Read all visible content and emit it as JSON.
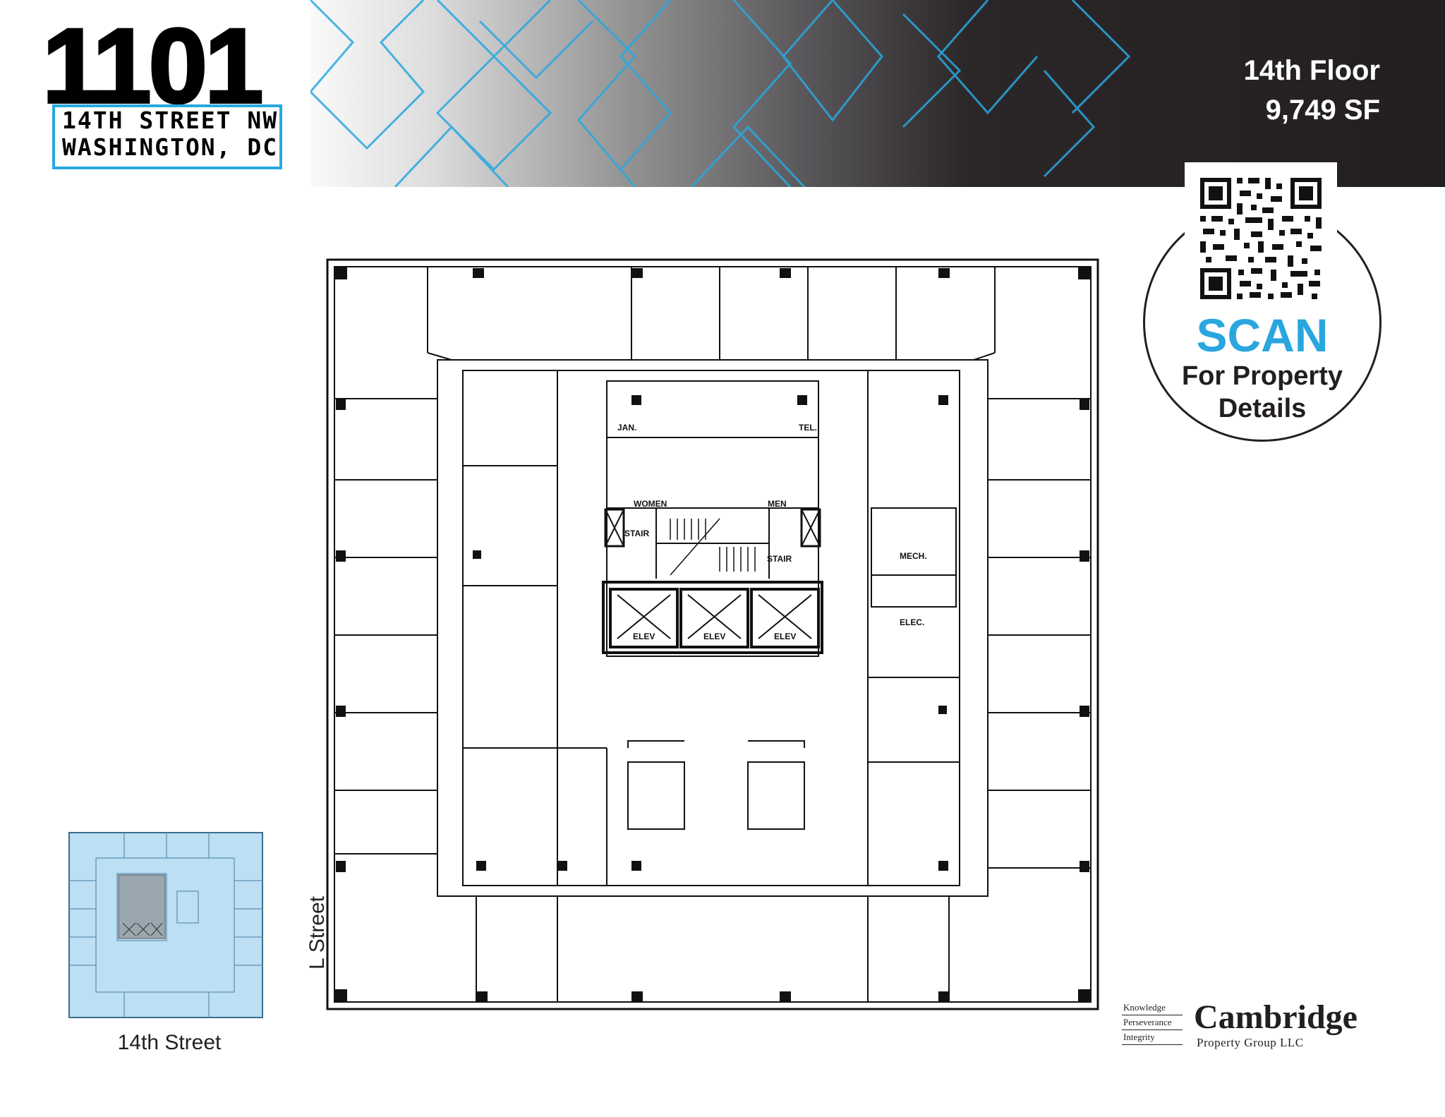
{
  "building": {
    "number": "1101",
    "address_line1": "14TH STREET NW",
    "address_line2": "WASHINGTON, DC"
  },
  "floor": {
    "name": "14th Floor",
    "area": "9,749 SF"
  },
  "scan": {
    "title": "SCAN",
    "subtitle_line1": "For Property",
    "subtitle_line2": "Details"
  },
  "plan_labels": {
    "jan": "JAN.",
    "tel": "TEL.",
    "women": "WOMEN",
    "men": "MEN",
    "stair_left": "STAIR",
    "stair_right": "STAIR",
    "mech": "MECH.",
    "elec": "ELEC.",
    "elev": "ELEV"
  },
  "keyplan": {
    "street_side": "L Street",
    "street_bottom": "14th Street"
  },
  "company": {
    "tagline": [
      "Knowledge",
      "Perseverance",
      "Integrity"
    ],
    "name": "Cambridge",
    "subname": "Property Group LLC"
  },
  "colors": {
    "accent_blue": "#29a8e0",
    "dark": "#231f20",
    "keyplan_fill": "#bcdff3"
  }
}
